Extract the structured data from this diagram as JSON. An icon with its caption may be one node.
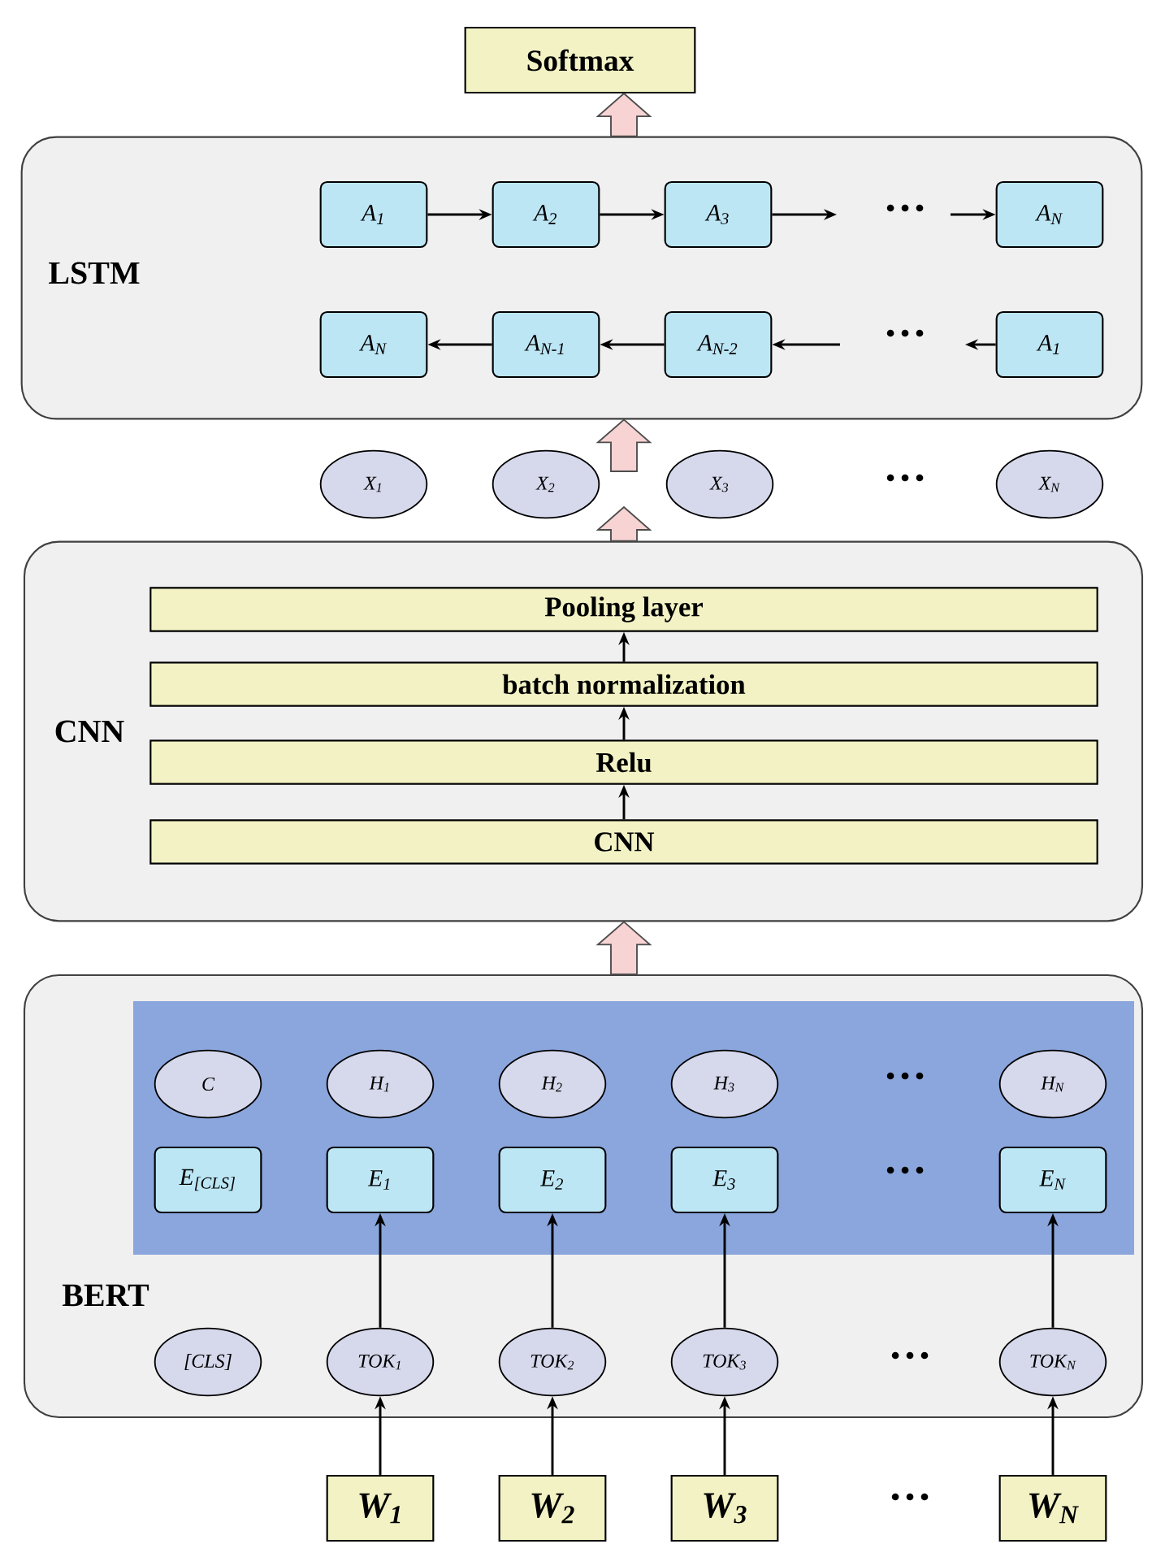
{
  "diagram": {
    "nodes": [
      {
        "text": [
          "Softmax"
        ]
      },
      {
        "text": [
          "LSTM"
        ]
      },
      {
        "text": [
          "A$_{1}$"
        ],
        "in": 1
      },
      {
        "text": [
          "A$_{2}$"
        ],
        "in": 1
      },
      {
        "text": [
          "A$_{3}$"
        ],
        "in": 1
      },
      {
        "text": [
          "A$_{N}$"
        ],
        "in": 1
      },
      {
        "text": [
          "A$_{N}$"
        ],
        "in": 1
      },
      {
        "text": [
          "A$_{N-1}$"
        ],
        "in": 1
      },
      {
        "text": [
          "A$_{N-2}$"
        ],
        "in": 1
      },
      {
        "text": [
          "A$_{1}$"
        ],
        "in": 1
      },
      {
        "text": [
          "X$_{1}$"
        ]
      },
      {
        "text": [
          "X$_{2}$"
        ]
      },
      {
        "text": [
          "X$_{3}$"
        ]
      },
      {
        "text": [
          "X$_{N}$"
        ]
      },
      {
        "text": [
          "CNN"
        ]
      },
      {
        "text": [
          "Pooling layer"
        ],
        "in": 14
      },
      {
        "text": [
          "batch  normalization"
        ],
        "in": 14
      },
      {
        "text": [
          "Relu"
        ],
        "in": 14
      },
      {
        "text": [
          "CNN"
        ],
        "in": 14
      },
      {
        "text": [
          "BERT"
        ]
      },
      {
        "text": [],
        "shape": "box",
        "in": 19
      },
      {
        "text": [
          "C"
        ],
        "in": 20
      },
      {
        "text": [
          "H$_{1}$"
        ],
        "in": 20
      },
      {
        "text": [
          "H$_{2}$"
        ],
        "in": 20
      },
      {
        "text": [
          "H$_{3}$"
        ],
        "in": 20
      },
      {
        "text": [
          "H$_{N}$"
        ],
        "in": 20
      },
      {
        "text": [
          "E$_{[CLS]}$"
        ],
        "in": 20
      },
      {
        "text": [
          "E$_{1}$"
        ],
        "in": 20
      },
      {
        "text": [
          "E$_{2}$"
        ],
        "in": 20
      },
      {
        "text": [
          "E$_{3}$"
        ],
        "in": 20
      },
      {
        "text": [
          "E$_{N}$"
        ],
        "in": 20
      },
      {
        "text": [
          "[CLS]"
        ],
        "in": 19
      },
      {
        "text": [
          "TOK$_{1}$"
        ],
        "in": 19
      },
      {
        "text": [
          "TOK$_{2}$"
        ],
        "in": 19
      },
      {
        "text": [
          "TOK$_{3}$"
        ],
        "in": 19
      },
      {
        "text": [
          "TOK$_{N}$"
        ],
        "in": 19
      },
      {
        "text": [
          "W$_{1}$"
        ]
      },
      {
        "text": [
          "W$_{2}$"
        ]
      },
      {
        "text": [
          "W$_{3}$"
        ]
      },
      {
        "text": [
          "W$_{N}$"
        ]
      }
    ],
    "edges": [
      {
        "from": 1,
        "to": 0,
        "arrow": "to",
        "style": "thick",
        "color": "#f7d3d3"
      },
      {
        "from": null,
        "to": 1,
        "arrow": "to",
        "style": "thick",
        "color": "#f7d3d3"
      },
      {
        "from": 14,
        "to": null,
        "arrow": "to",
        "style": "thick",
        "color": "#f7d3d3"
      },
      {
        "from": 19,
        "to": 14,
        "arrow": "to",
        "style": "thick",
        "color": "#f7d3d3"
      },
      {
        "from": 2,
        "to": 3,
        "arrow": "to"
      },
      {
        "from": 3,
        "to": 4,
        "arrow": "to"
      },
      {
        "from": 4,
        "to": null,
        "arrow": "to"
      },
      {
        "from": null,
        "to": 5,
        "arrow": "to"
      },
      {
        "from": 9,
        "to": null,
        "arrow": "to"
      },
      {
        "from": null,
        "to": 8,
        "arrow": "to"
      },
      {
        "from": 8,
        "to": 7,
        "arrow": "to"
      },
      {
        "from": 7,
        "to": 6,
        "arrow": "to"
      },
      {
        "from": 18,
        "to": 17,
        "arrow": "to"
      },
      {
        "from": 17,
        "to": 16,
        "arrow": "to"
      },
      {
        "from": 16,
        "to": 15,
        "arrow": "to"
      },
      {
        "from": 32,
        "to": 27,
        "arrow": "to"
      },
      {
        "from": 33,
        "to": 28,
        "arrow": "to"
      },
      {
        "from": 34,
        "to": 29,
        "arrow": "to"
      },
      {
        "from": 35,
        "to": 30,
        "arrow": "to"
      },
      {
        "from": 36,
        "to": 32,
        "arrow": "to"
      },
      {
        "from": 37,
        "to": 33,
        "arrow": "to"
      },
      {
        "from": 38,
        "to": 34,
        "arrow": "to"
      },
      {
        "from": 39,
        "to": 35,
        "arrow": "to"
      }
    ],
    "labels": [
      "…",
      "…",
      "…",
      "…",
      "…",
      "…",
      "…"
    ]
  }
}
